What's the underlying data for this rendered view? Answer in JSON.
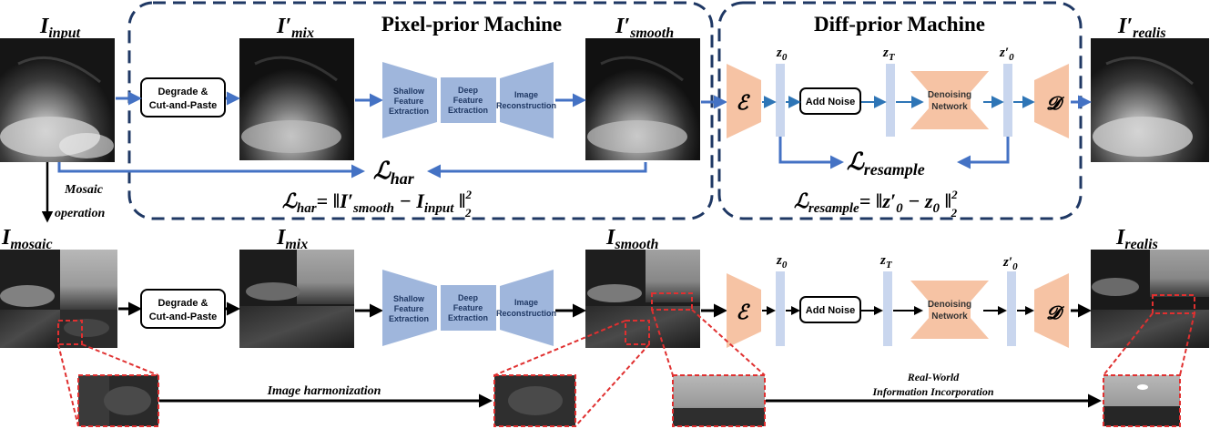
{
  "colors": {
    "accent_blue": "#4472c4",
    "dash_navy": "#1f3864",
    "module_blue": "#9fb6dc",
    "vector_blue": "#c9d6ee",
    "encoder_orange": "#f6c3a4",
    "dashed_red": "#e03030"
  },
  "top_row": {
    "img_input_label": "I",
    "img_input_sub": "input",
    "img_mix_label": "I′",
    "img_mix_sub": "mix",
    "img_smooth_label": "I′",
    "img_smooth_sub": "smooth",
    "img_realis_label": "I′",
    "img_realis_sub": "realis",
    "degrade_line1": "Degrade &",
    "degrade_line2": "Cut-and-Paste",
    "shallow_line1": "Shallow",
    "shallow_line2": "Feature",
    "shallow_line3": "Extraction",
    "deep_line1": "Deep",
    "deep_line2": "Feature",
    "deep_line3": "Extraction",
    "recon_line1": "Image",
    "recon_line2": "Reconstruction",
    "encoder_symbol": "ℰ",
    "decoder_symbol": "𝓓",
    "z0_label": "z",
    "z0_sub": "0",
    "zT_label": "z",
    "zT_sub": "T",
    "z0prime_label": "z′",
    "z0prime_sub": "0",
    "add_noise": "Add Noise",
    "denoising_line1": "Denoising",
    "denoising_line2": "Network"
  },
  "pixel_machine": {
    "title": "Pixel-prior Machine",
    "loss_symbol": "ℒ",
    "loss_sub": "har",
    "loss_formula_lhs": "ℒ",
    "loss_formula_lhs_sub": "har",
    "loss_formula_rhs": "= ‖I′",
    "loss_formula_rhs_sub1": "smooth",
    "loss_formula_mid": " − I",
    "loss_formula_rhs_sub2": "input",
    "loss_formula_end": " ‖",
    "loss_formula_pow": "2",
    "loss_formula_norm": "2"
  },
  "diff_machine": {
    "title": "Diff-prior Machine",
    "loss_symbol": "ℒ",
    "loss_sub": "resample",
    "loss_formula_lhs": "ℒ",
    "loss_formula_lhs_sub": "resample",
    "loss_formula_rhs": "= ‖z′",
    "loss_formula_rhs_sub1": "0",
    "loss_formula_mid": " − z",
    "loss_formula_rhs_sub2": "0",
    "loss_formula_end": " ‖",
    "loss_formula_pow": "2",
    "loss_formula_norm": "2"
  },
  "mosaic_label_line1": "Mosaic",
  "mosaic_label_line2": "operation",
  "bottom_row": {
    "img_mosaic_label": "I",
    "img_mosaic_sub": "mosaic",
    "img_mix_label": "I",
    "img_mix_sub": "mix",
    "img_smooth_label": "I",
    "img_smooth_sub": "smooth",
    "img_realis_label": "I",
    "img_realis_sub": "realis",
    "degrade_line1": "Degrade &",
    "degrade_line2": "Cut-and-Paste",
    "shallow_line1": "Shallow",
    "shallow_line2": "Feature",
    "shallow_line3": "Extraction",
    "deep_line1": "Deep",
    "deep_line2": "Feature",
    "deep_line3": "Extraction",
    "recon_line1": "Image",
    "recon_line2": "Reconstruction",
    "encoder_symbol": "ℰ",
    "decoder_symbol": "𝓓",
    "z0_label": "z",
    "z0_sub": "0",
    "zT_label": "z",
    "zT_sub": "T",
    "z0prime_label": "z′",
    "z0prime_sub": "0",
    "add_noise": "Add Noise",
    "denoising_line1": "Denoising",
    "denoising_line2": "Network"
  },
  "zoom_row": {
    "harmonization_label": "Image harmonization",
    "realworld_line1": "Real-World",
    "realworld_line2": "Information Incorporation"
  }
}
